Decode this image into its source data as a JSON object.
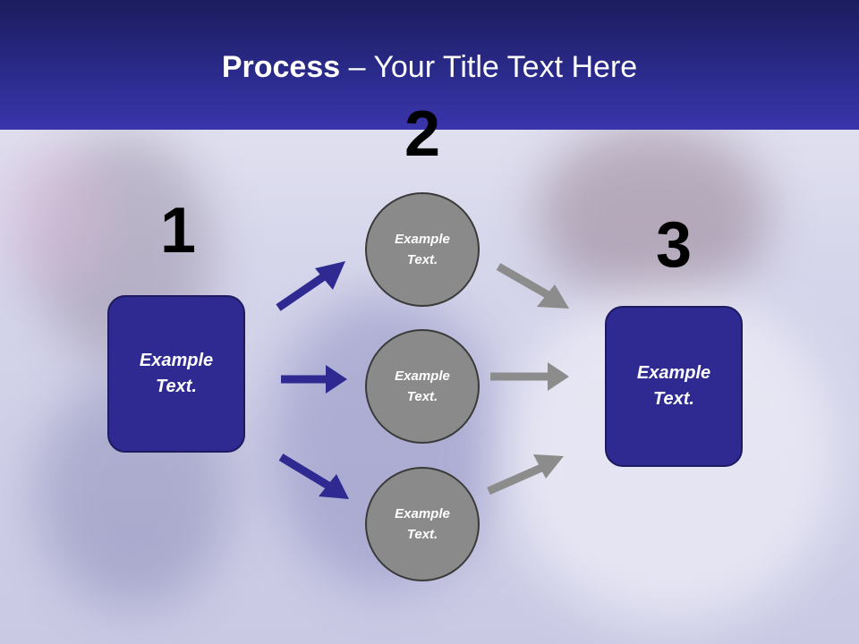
{
  "title": {
    "bold": "Process",
    "rest": " – Your Title Text Here"
  },
  "steps": [
    {
      "number": "1",
      "label": "Example\nText."
    },
    {
      "number": "2",
      "label": "Example\nText."
    },
    {
      "number": "3",
      "label": "Example\nText."
    }
  ],
  "circles": [
    {
      "label": "Example\nText."
    },
    {
      "label": "Example\nText."
    },
    {
      "label": "Example\nText."
    }
  ],
  "colors": {
    "header": "#2a2a8a",
    "box": "#2e2a92",
    "circle": "#8a8a8a",
    "arrow_blue": "#2e2a92",
    "arrow_gray": "#8c8c8c"
  }
}
